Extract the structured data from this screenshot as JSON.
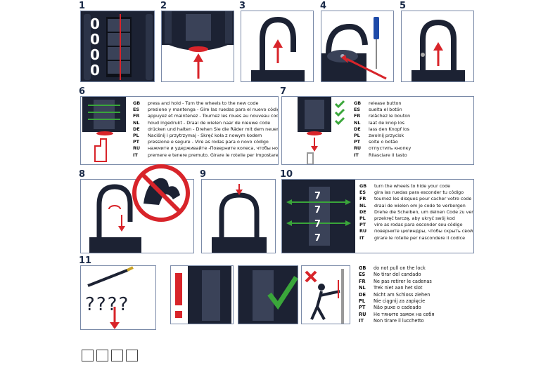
{
  "steps": [
    "1",
    "2",
    "3",
    "4",
    "5",
    "6",
    "7",
    "8",
    "9",
    "10",
    "11"
  ],
  "step1": {
    "wheel_digits": [
      "0",
      "0",
      "0",
      "0"
    ]
  },
  "step6": {
    "entries": [
      {
        "code": "GB",
        "text": "press and hold - Turn the wheels to the new code"
      },
      {
        "code": "ES",
        "text": "presione y mantenga - Gire las ruedas para el nuevo código"
      },
      {
        "code": "FR",
        "text": "appuyez et maintenez - Tournez les roues au nouveau code"
      },
      {
        "code": "NL",
        "text": "houd ingedrukt - Draai de wielen naar de nieuwe code"
      },
      {
        "code": "DE",
        "text": "drücken und halten - Drehen Sie die Räder mit dem neuen Code"
      },
      {
        "code": "PL",
        "text": "Naciśnij i przytrzymaj - Skręć koła z nowym kodem"
      },
      {
        "code": "PT",
        "text": "pressione e segure - Vire as rodas para o novo código"
      },
      {
        "code": "RU",
        "text": "нажмите и удерживайте -Поверните колеса, чтобы новый код"
      },
      {
        "code": "IT",
        "text": "premere e tenere premuto. Girare le rotelle per impostare il nuovo codice"
      }
    ]
  },
  "step7": {
    "entries": [
      {
        "code": "GB",
        "text": "release button"
      },
      {
        "code": "ES",
        "text": "suelta el botón"
      },
      {
        "code": "FR",
        "text": "relâchez le bouton"
      },
      {
        "code": "NL",
        "text": "laat de knop los"
      },
      {
        "code": "DE",
        "text": "lass den Knopf los"
      },
      {
        "code": "PL",
        "text": "zwolnij przycisk"
      },
      {
        "code": "PT",
        "text": "solte o botão"
      },
      {
        "code": "RU",
        "text": "отпустить кнопку"
      },
      {
        "code": "IT",
        "text": "Rilasciare il tasto"
      }
    ]
  },
  "step10": {
    "wheel_digits": [
      "7",
      "7",
      "7",
      "7"
    ],
    "entries": [
      {
        "code": "GB",
        "text": "turn the wheels to hide your code"
      },
      {
        "code": "ES",
        "text": "gira las ruedas para esconder tu código"
      },
      {
        "code": "FR",
        "text": "tournez les disques pour cacher votre code"
      },
      {
        "code": "NL",
        "text": "draai de wielen om je code te verbergen"
      },
      {
        "code": "DE",
        "text": "Drehe die Scheiben, um deinen Code zu verstecken"
      },
      {
        "code": "PL",
        "text": "przekręć tarczę, aby ukryć swój kod"
      },
      {
        "code": "PT",
        "text": "vire as rodas para esconder seu código"
      },
      {
        "code": "RU",
        "text": "поверните цилиндры, чтобы скрыть свой код"
      },
      {
        "code": "IT",
        "text": "girare le rotelle per nascondere il codice"
      }
    ]
  },
  "step11": {
    "question_marks": [
      "?",
      "?",
      "?",
      "?"
    ],
    "warning_entries": [
      {
        "code": "GB",
        "text": "do not pull on the lock"
      },
      {
        "code": "ES",
        "text": "No tirar del candado"
      },
      {
        "code": "FR",
        "text": "Ne pas retirer le cadenas"
      },
      {
        "code": "NL",
        "text": "Trek niet aan het slot"
      },
      {
        "code": "DE",
        "text": "Nicht am Schloss ziehen"
      },
      {
        "code": "PL",
        "text": "Nie ciągnij za zapięcie"
      },
      {
        "code": "PT",
        "text": "Não puxe o cadeado"
      },
      {
        "code": "RU",
        "text": "Не тяните замок на себя"
      },
      {
        "code": "IT",
        "text": "Non tirare il lucchetto"
      }
    ]
  },
  "colors": {
    "lock_body": "#1c2233",
    "arrow_red": "#d8242a",
    "check_green": "#3aa63a",
    "frame_border": "#7a8aa8",
    "number": "#1a2a48"
  }
}
